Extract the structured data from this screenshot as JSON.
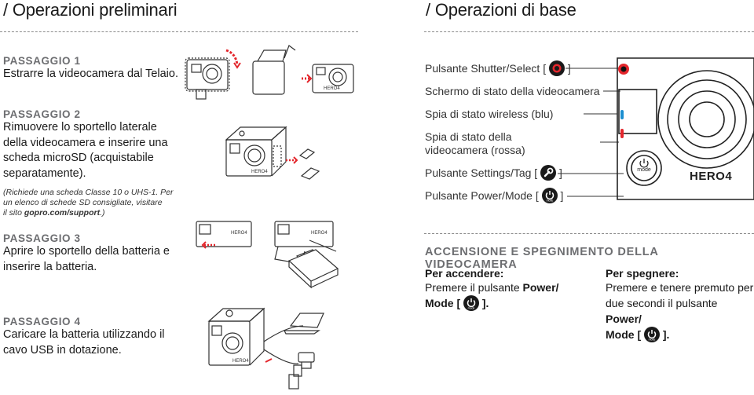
{
  "left_section": {
    "title": "/ Operazioni preliminari",
    "steps": [
      {
        "label": "PASSAGGIO 1",
        "text": "Estrarre la videocamera dal Telaio."
      },
      {
        "label": "PASSAGGIO 2",
        "text": [
          "Rimuovere lo sportello laterale",
          "della videocamera e inserire una",
          "scheda microSD (acquistabile",
          "separatamente)."
        ],
        "note": [
          "(Richiede una scheda Classe 10 o UHS-1. Per",
          "un elenco di schede SD consigliate, visitare",
          "il sito "
        ],
        "note_link": "gopro.com/support",
        "note_end": ".)"
      },
      {
        "label": "PASSAGGIO 3",
        "text": [
          "Aprire lo sportello della batteria e",
          "inserire la batteria."
        ]
      },
      {
        "label": "PASSAGGIO 4",
        "text": [
          "Caricare la batteria utilizzando il",
          "cavo USB in dotazione."
        ]
      }
    ]
  },
  "right_section": {
    "title": "/ Operazioni di base",
    "callouts": [
      {
        "pre": "Pulsante Shutter/Select [",
        "icon": "shutter-icon",
        "post": "]"
      },
      {
        "pre": "Schermo di stato della videocamera"
      },
      {
        "pre": "Spia di stato wireless (blu)"
      },
      {
        "pre": "Spia di stato della",
        "pre2": "videocamera (rossa)"
      },
      {
        "pre": "Pulsante Settings/Tag [",
        "icon": "wrench-icon",
        "post": "]"
      },
      {
        "pre": "Pulsante Power/Mode [",
        "icon": "power-icon",
        "post": "]"
      }
    ],
    "brand": "HERO4",
    "mode_text": "mode",
    "power_section": {
      "title": "ACCENSIONE E SPEGNIMENTO DELLA VIDEOCAMERA",
      "on": {
        "heading": "Per accendere:",
        "line1": "Premere il pulsante ",
        "line1_bold": "Power/",
        "line2_bold": "Mode [",
        "line2_end": "]."
      },
      "off": {
        "heading": "Per spegnere:",
        "line1": "Premere e tenere premuto per",
        "line2": "due secondi il pulsante ",
        "line2_bold": "Power/",
        "line3_bold": "Mode [",
        "line3_end": "]."
      }
    }
  },
  "colors": {
    "accent_red": "#e4262c",
    "accent_blue": "#1d8fd0",
    "label_gray": "#6d6e71",
    "rule_gray": "#8a8a8a"
  }
}
